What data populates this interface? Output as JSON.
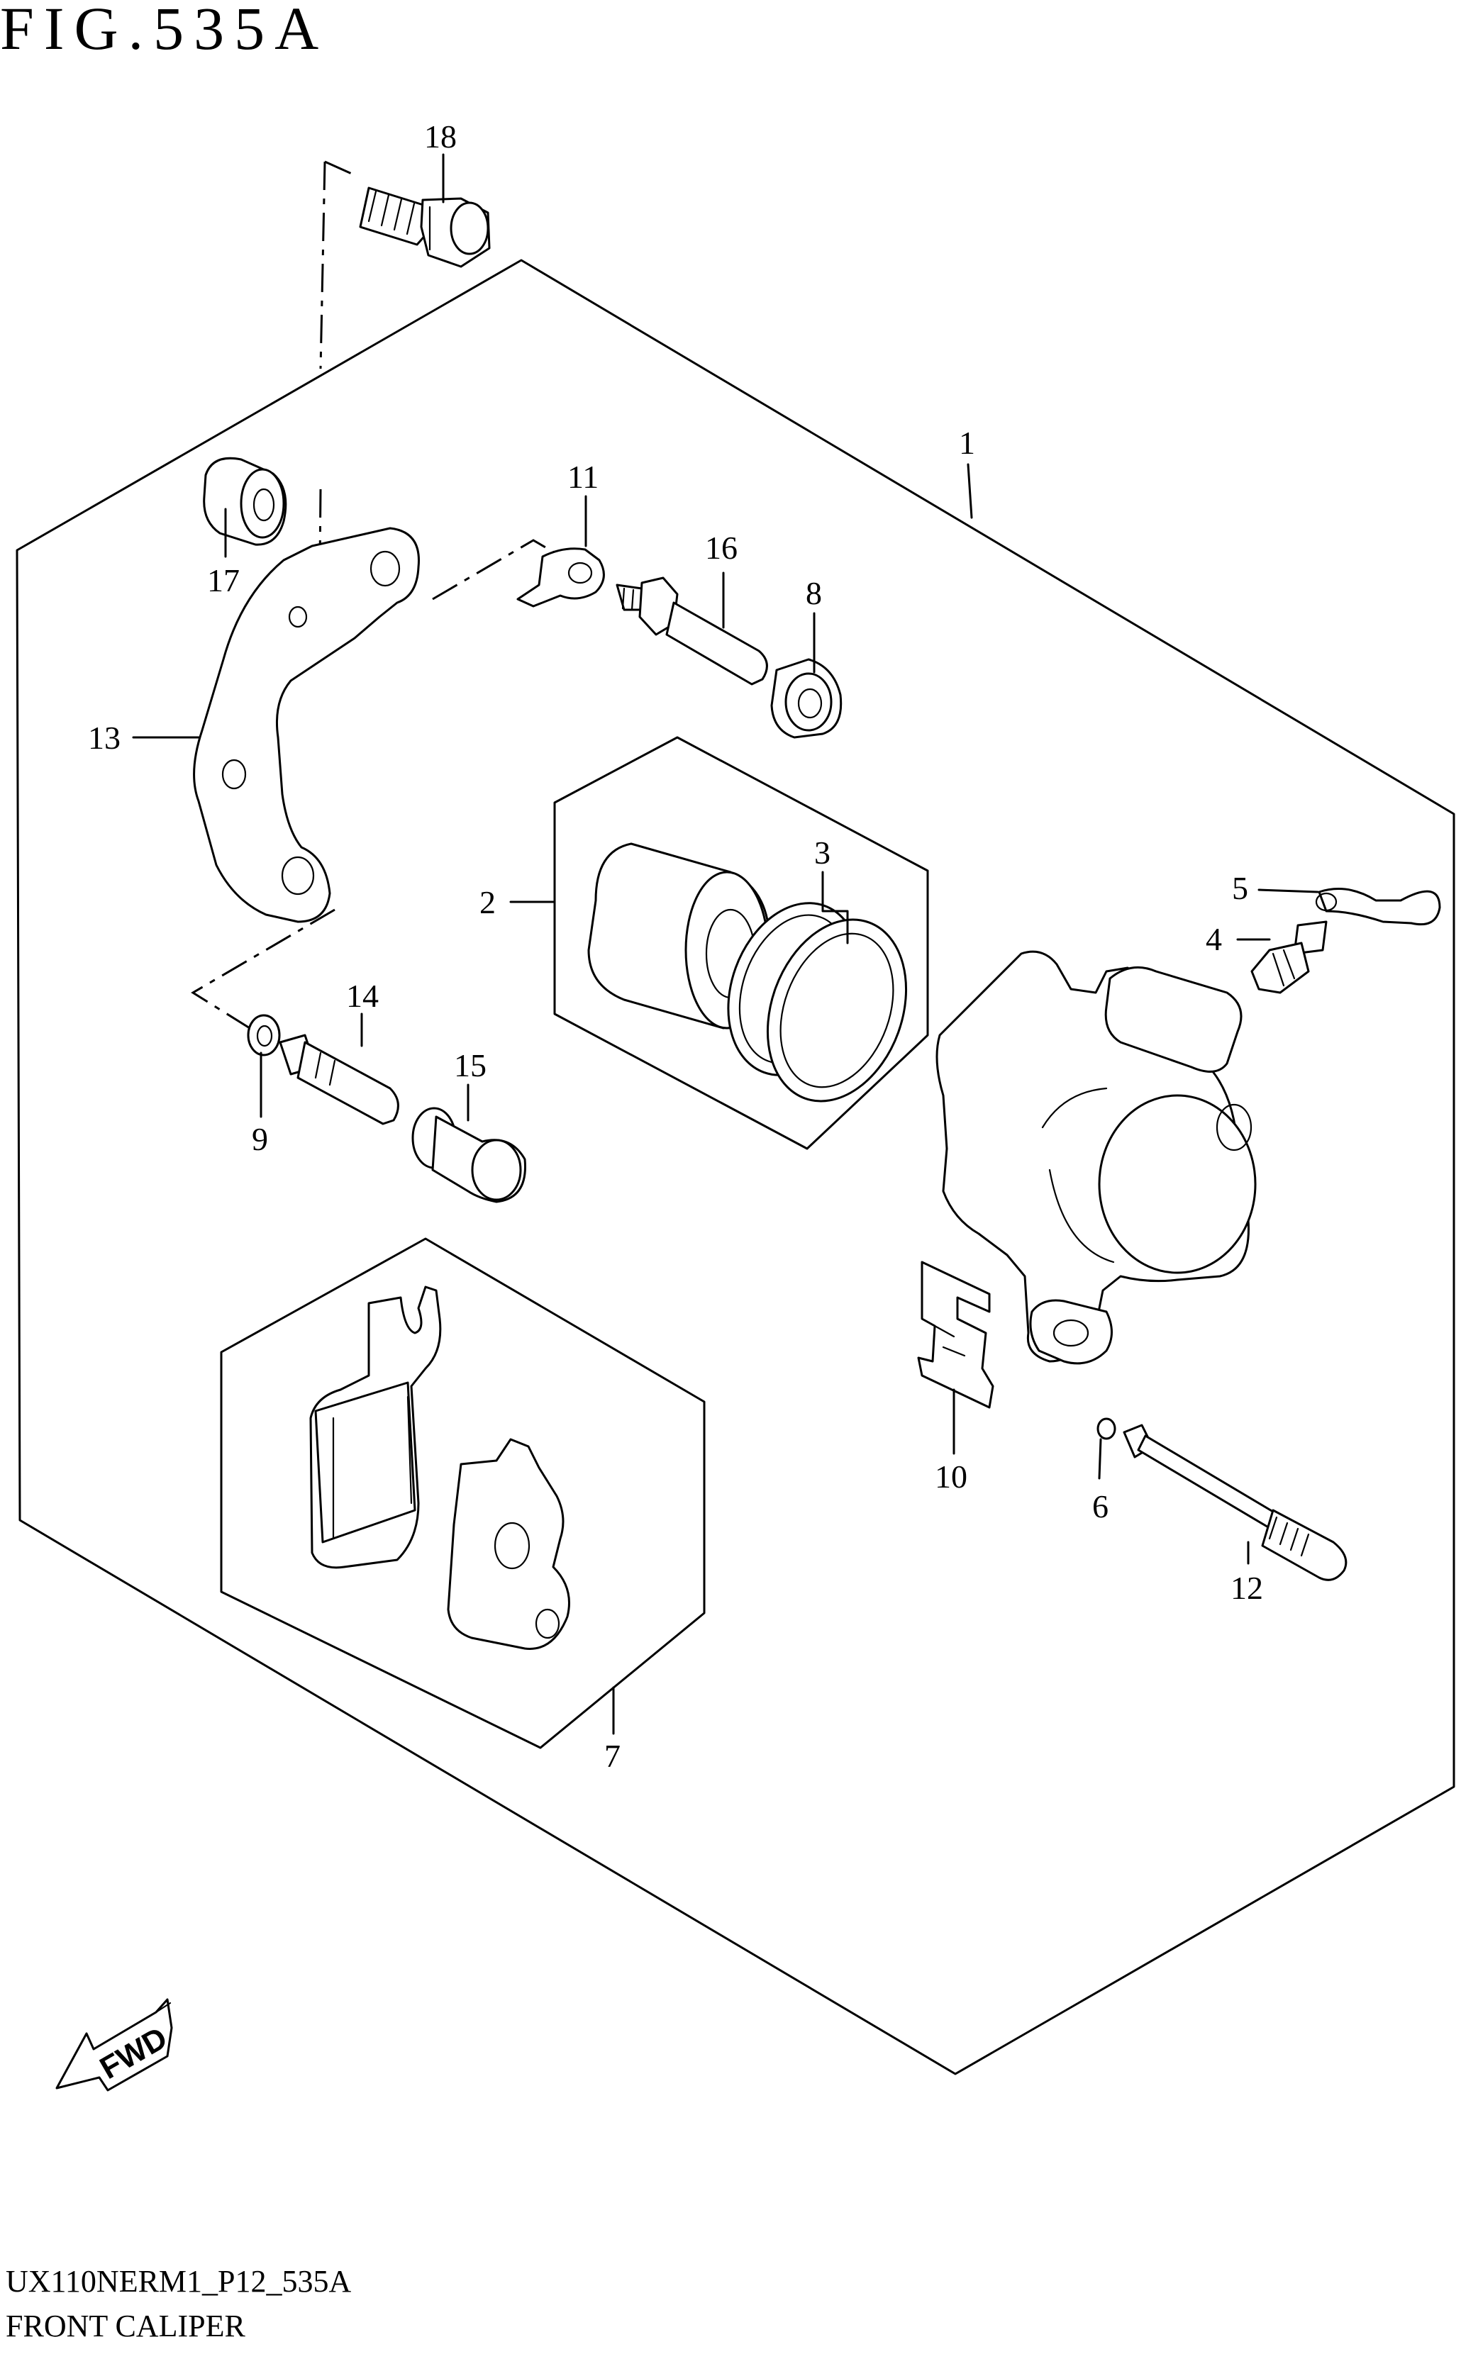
{
  "figure": {
    "title": "FIG.535A",
    "diagram_code": "UX110NERM1_P12_535A",
    "section_name": "FRONT CALIPER"
  },
  "fwd_badge": "FWD",
  "callouts": [
    {
      "id": "c1",
      "number": "1"
    },
    {
      "id": "c2",
      "number": "2"
    },
    {
      "id": "c3",
      "number": "3"
    },
    {
      "id": "c4",
      "number": "4"
    },
    {
      "id": "c5",
      "number": "5"
    },
    {
      "id": "c6",
      "number": "6"
    },
    {
      "id": "c7",
      "number": "7"
    },
    {
      "id": "c8",
      "number": "8"
    },
    {
      "id": "c9",
      "number": "9"
    },
    {
      "id": "c10",
      "number": "10"
    },
    {
      "id": "c11",
      "number": "11"
    },
    {
      "id": "c12",
      "number": "12"
    },
    {
      "id": "c13",
      "number": "13"
    },
    {
      "id": "c14",
      "number": "14"
    },
    {
      "id": "c15",
      "number": "15"
    },
    {
      "id": "c16",
      "number": "16"
    },
    {
      "id": "c17",
      "number": "17"
    },
    {
      "id": "c18",
      "number": "18"
    }
  ]
}
